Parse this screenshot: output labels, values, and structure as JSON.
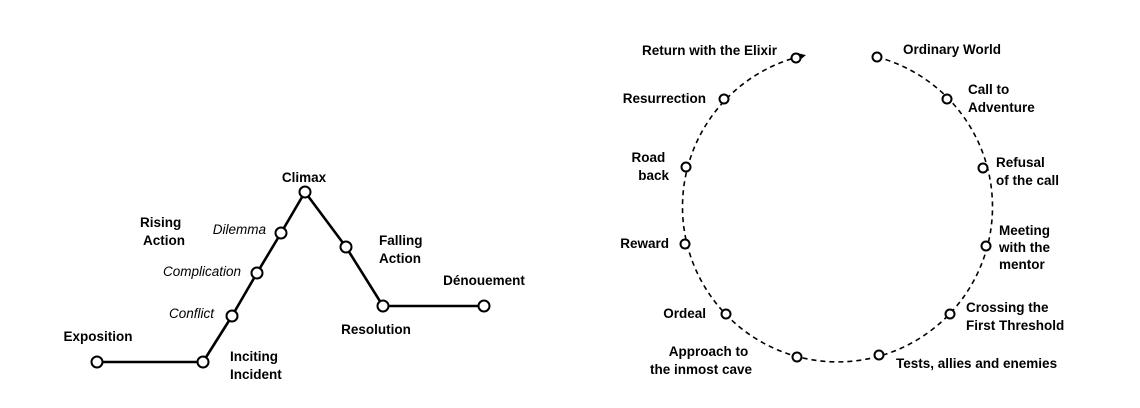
{
  "freytag": {
    "exposition": [
      "Exposition"
    ],
    "inciting_incident": [
      "Inciting",
      "Incident"
    ],
    "conflict": [
      "Conflict"
    ],
    "complication": [
      "Complication"
    ],
    "dilemma": [
      "Dilemma"
    ],
    "rising_action": [
      "Rising",
      "Action"
    ],
    "climax": [
      "Climax"
    ],
    "falling_action": [
      "Falling",
      "Action"
    ],
    "resolution": [
      "Resolution"
    ],
    "denouement": [
      "Dénouement"
    ]
  },
  "heros_journey": {
    "ordinary_world": [
      "Ordinary World"
    ],
    "call_to_adventure": [
      "Call to",
      "Adventure"
    ],
    "refusal_of_the_call": [
      "Refusal",
      "of the call"
    ],
    "meeting_with_the_mentor": [
      "Meeting",
      "with the",
      "mentor"
    ],
    "crossing_the_first_threshold": [
      "Crossing the",
      "First Threshold"
    ],
    "tests_allies_and_enemies": [
      "Tests, allies and enemies"
    ],
    "approach_to_the_inmost_cave": [
      "Approach to",
      "the inmost cave"
    ],
    "ordeal": [
      "Ordeal"
    ],
    "reward": [
      "Reward"
    ],
    "road_back": [
      "Road",
      "back"
    ],
    "resurrection": [
      "Resurrection"
    ],
    "return_with_the_elixir": [
      "Return with the Elixir"
    ]
  }
}
